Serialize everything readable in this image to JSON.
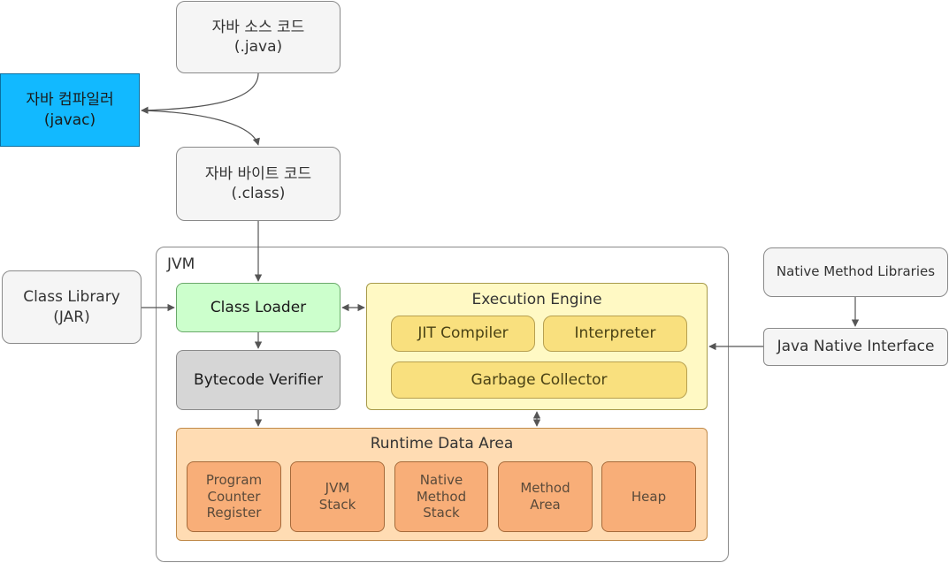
{
  "diagram": {
    "source_code": "자바 소스 코드\n(.java)",
    "compiler": "자바 컴파일러\n(javac)",
    "bytecode": "자바 바이트 코드\n(.class)",
    "jvm_label": "JVM",
    "class_library": "Class Library\n(JAR)",
    "class_loader": "Class Loader",
    "bytecode_verifier": "Bytecode Verifier",
    "execution_engine": {
      "title": "Execution Engine",
      "jit": "JIT Compiler",
      "interpreter": "Interpreter",
      "gc": "Garbage Collector"
    },
    "runtime_data_area": {
      "title": "Runtime Data Area",
      "items": [
        "Program\nCounter\nRegister",
        "JVM\nStack",
        "Native\nMethod\nStack",
        "Method\nArea",
        "Heap"
      ]
    },
    "native_method_libraries": "Native Method Libraries",
    "java_native_interface": "Java Native Interface"
  }
}
